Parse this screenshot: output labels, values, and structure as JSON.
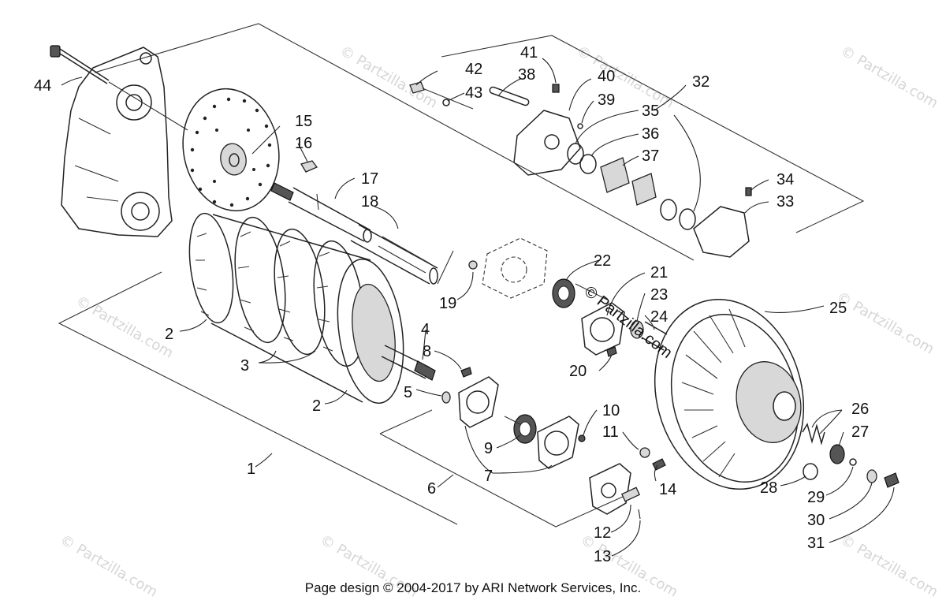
{
  "watermark": "© Partzilla.com",
  "center_watermark": "© Partzilla.com",
  "footer": "Page design © 2004-2017 by ARI Network Services, Inc.",
  "callouts": [
    "1",
    "2",
    "2",
    "3",
    "4",
    "5",
    "6",
    "7",
    "8",
    "9",
    "10",
    "11",
    "12",
    "13",
    "14",
    "15",
    "16",
    "17",
    "18",
    "19",
    "20",
    "21",
    "22",
    "23",
    "24",
    "25",
    "26",
    "27",
    "28",
    "29",
    "30",
    "31",
    "32",
    "33",
    "34",
    "35",
    "36",
    "37",
    "38",
    "39",
    "40",
    "41",
    "42",
    "43",
    "44"
  ]
}
